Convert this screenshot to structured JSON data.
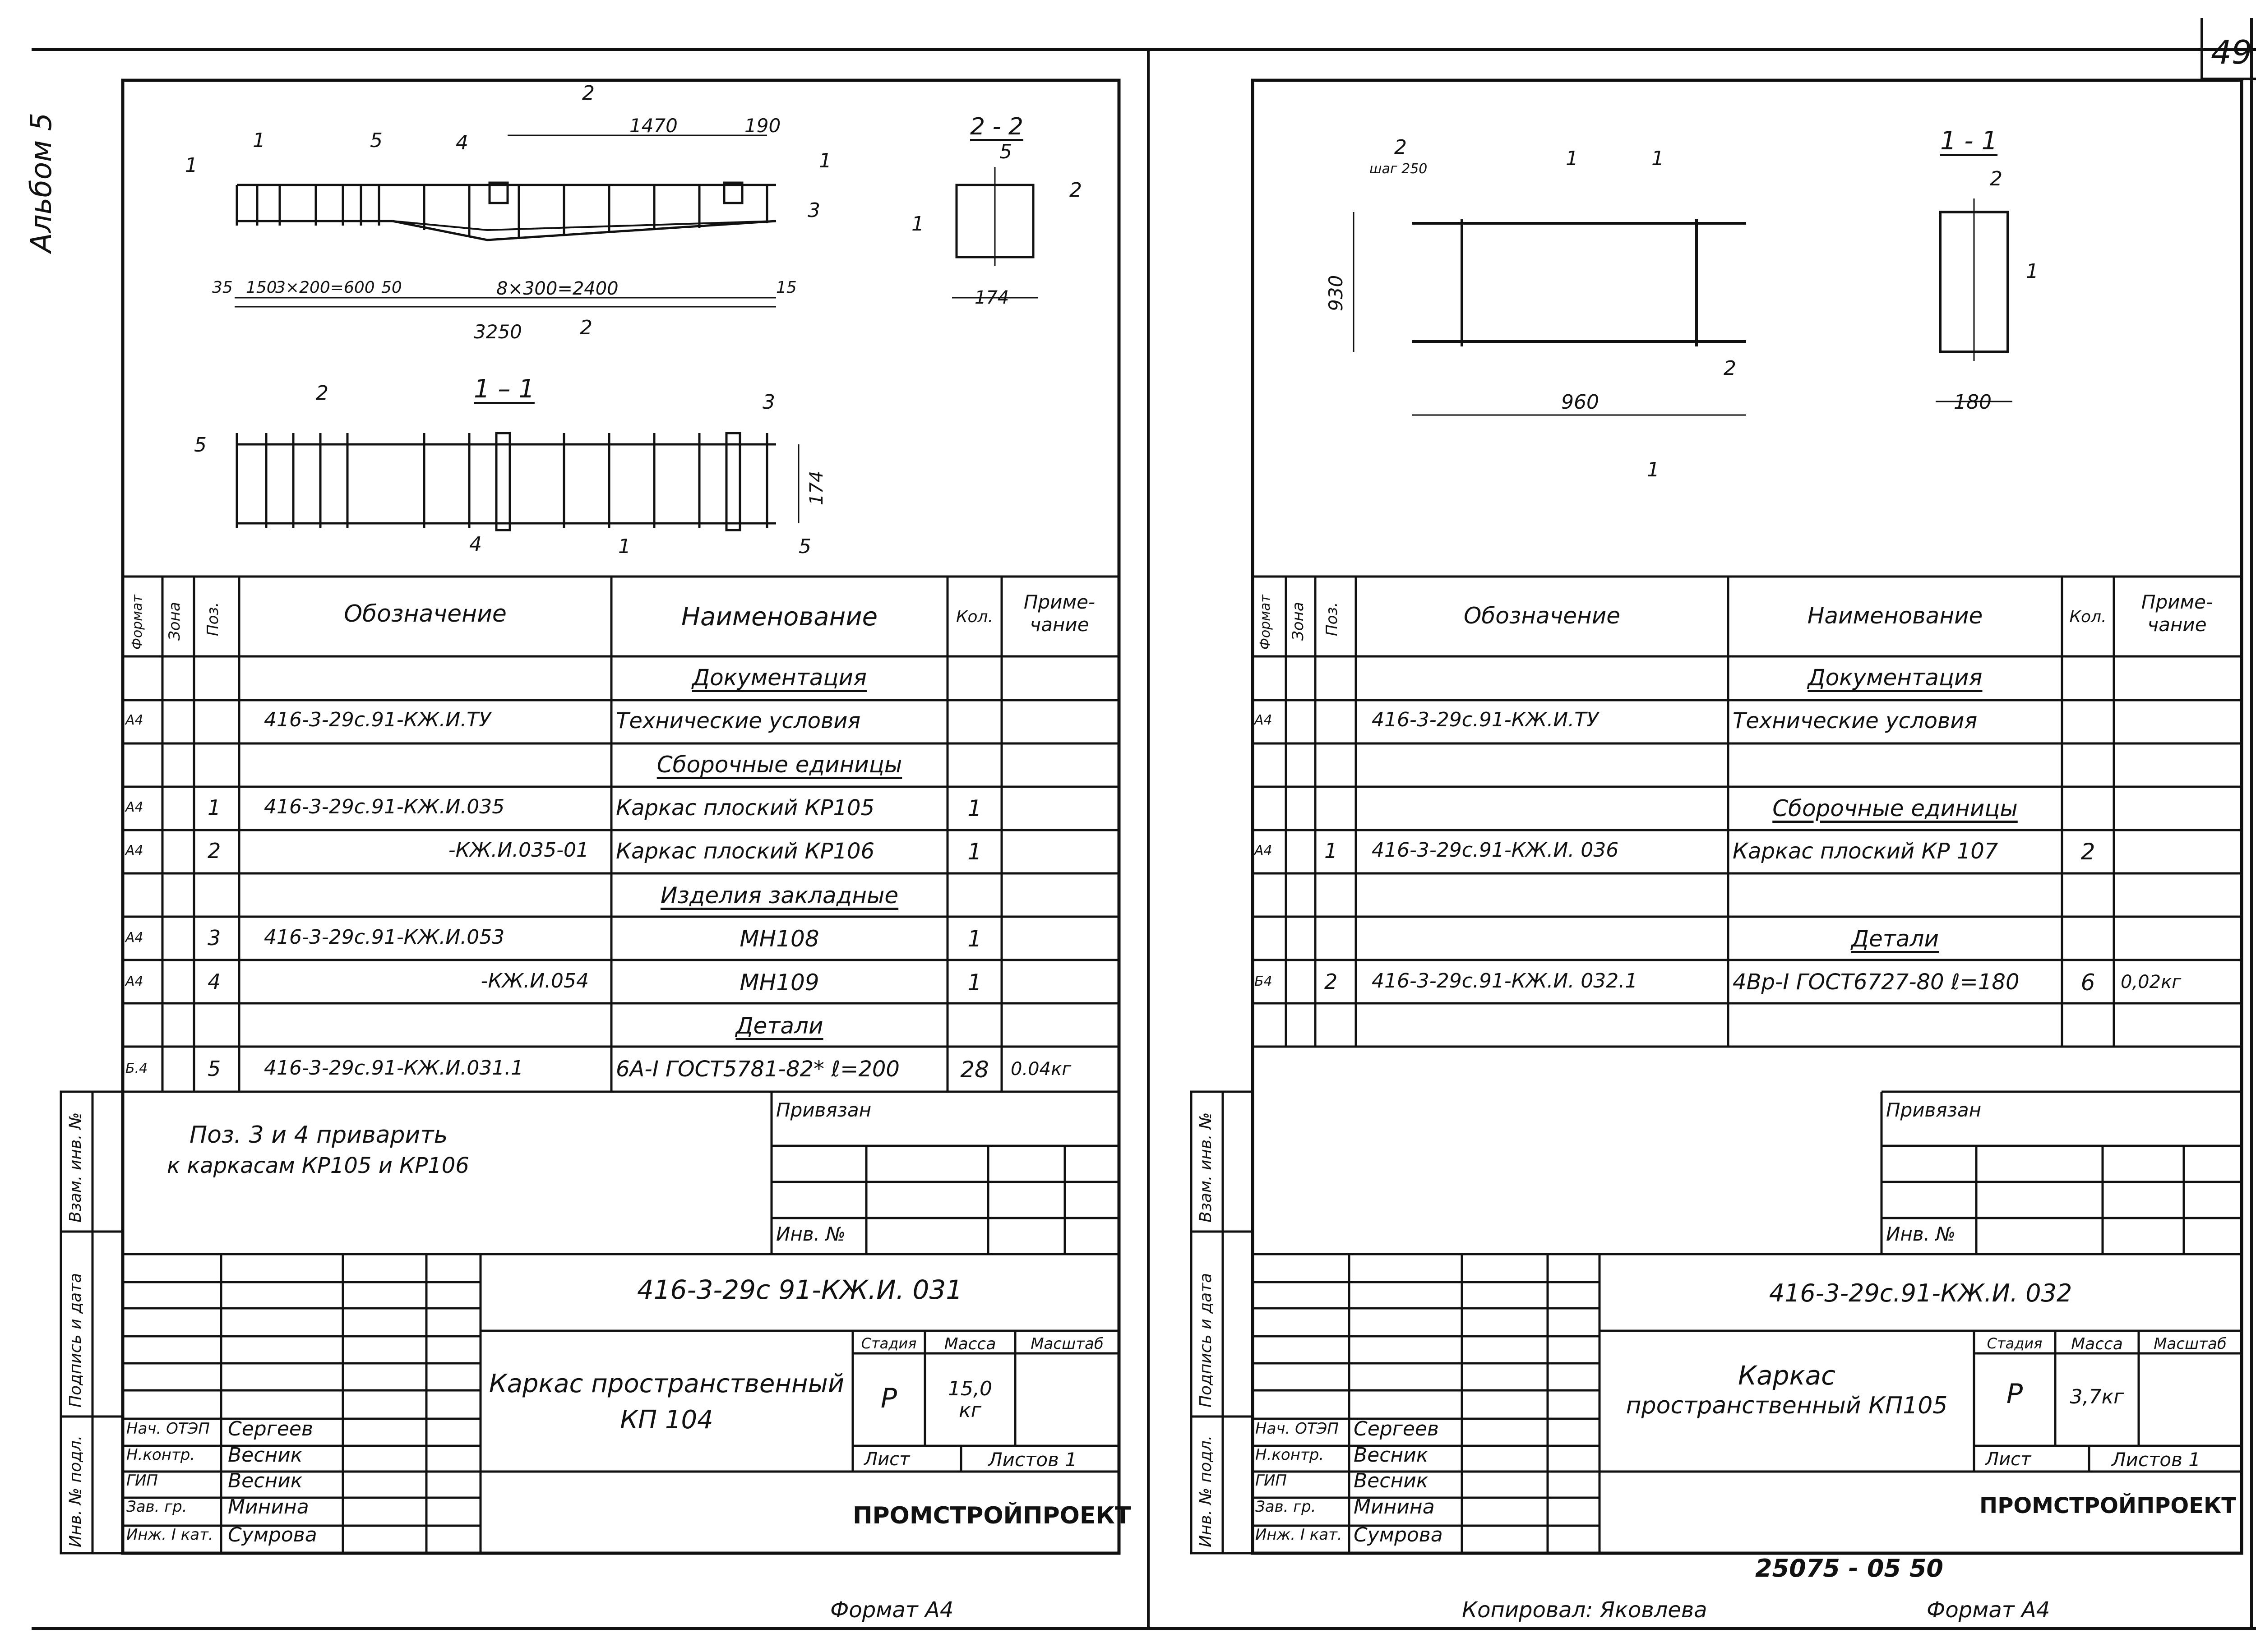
{
  "page_number": "49",
  "album_label": "Альбом 5",
  "left": {
    "drawing": {
      "dims": {
        "d1470": "1470",
        "d190": "190",
        "d35": "35",
        "d150": "150",
        "d3x200": "3×200=600",
        "d50": "50",
        "d8x300": "8×300=2400",
        "d15": "15",
        "d3250": "3250",
        "d174": "174",
        "d174b": "174"
      },
      "callouts": {
        "c1": "1",
        "c5": "5",
        "c4": "4",
        "c3": "3",
        "c2": "2",
        "c5b": "5",
        "c3b": "3",
        "c4b": "4",
        "c1b": "1",
        "c5c": "5",
        "c2s": "2",
        "c5s": "5",
        "c1s": "1"
      },
      "section_marks": {
        "s2top": "2",
        "s2bot": "2",
        "s1left": "1",
        "s1right": "1"
      },
      "view_titles": {
        "v22": "2 - 2",
        "v11": "1 – 1"
      }
    },
    "spec": {
      "headers": {
        "format": "Формат",
        "zone": "Зона",
        "pos": "Поз.",
        "designation": "Обозначение",
        "name": "Наименование",
        "qty": "Кол.",
        "note": "Приме- чание"
      },
      "rows": [
        {
          "format": "",
          "pos": "",
          "designation": "",
          "name": "Документация",
          "qty": "",
          "note": "",
          "heading": true
        },
        {
          "format": "А4",
          "pos": "",
          "designation": "416-3-29с.91-КЖ.И.ТУ",
          "name": "Технические условия",
          "qty": "",
          "note": ""
        },
        {
          "format": "",
          "pos": "",
          "designation": "",
          "name": "Сборочные единицы",
          "qty": "",
          "note": "",
          "heading": true
        },
        {
          "format": "А4",
          "pos": "1",
          "designation": "416-3-29с.91-КЖ.И.035",
          "name": "Каркас плоский КР105",
          "qty": "1",
          "note": ""
        },
        {
          "format": "А4",
          "pos": "2",
          "designation": "-КЖ.И.035-01",
          "name": "Каркас плоский КР106",
          "qty": "1",
          "note": ""
        },
        {
          "format": "",
          "pos": "",
          "designation": "",
          "name": "Изделия закладные",
          "qty": "",
          "note": "",
          "heading": true
        },
        {
          "format": "А4",
          "pos": "3",
          "designation": "416-3-29с.91-КЖ.И.053",
          "name": "МН108",
          "qty": "1",
          "note": ""
        },
        {
          "format": "А4",
          "pos": "4",
          "designation": "-КЖ.И.054",
          "name": "МН109",
          "qty": "1",
          "note": ""
        },
        {
          "format": "",
          "pos": "",
          "designation": "",
          "name": "Детали",
          "qty": "",
          "note": "",
          "heading": true
        },
        {
          "format": "Б.4",
          "pos": "5",
          "designation": "416-3-29с.91-КЖ.И.031.1",
          "name": "6А-I ГОСТ5781-82* ℓ=200",
          "qty": "28",
          "note": "0.04кг"
        }
      ]
    },
    "note_text_1": "Поз. 3 и 4 приварить",
    "note_text_2": "к каркасам КР105 и КР106",
    "privyazan": "Привязан",
    "inv_no": "Инв. №",
    "side": {
      "inv_podl": "Инв. № подл.",
      "podpis": "Подпись и дата",
      "vzam": "Взам. инв. №"
    },
    "title_block": {
      "code": "416-3-29с 91-КЖ.И. 031",
      "title_1": "Каркас пространственный",
      "title_2": "КП 104",
      "stage_h": "Стадия",
      "mass_h": "Масса",
      "scale_h": "Масштаб",
      "stage": "Р",
      "mass": "15,0 кг",
      "sheet": "Лист",
      "sheets": "Листов 1",
      "org": "ПРОМСТРОЙПРОЕКТ",
      "people": [
        {
          "role": "Нач. ОТЭП",
          "name": "Сергеев"
        },
        {
          "role": "Н.контр.",
          "name": "Весник"
        },
        {
          "role": "ГИП",
          "name": "Весник"
        },
        {
          "role": "Зав. гр.",
          "name": "Минина"
        },
        {
          "role": "Инж. I кат.",
          "name": "Сумрова"
        }
      ]
    },
    "format_label": "Формат А4"
  },
  "right": {
    "drawing": {
      "dims": {
        "d930": "930",
        "d960": "960",
        "d180": "180",
        "step": "шаг 250"
      },
      "callouts": {
        "c2top": "2",
        "c1top": "1",
        "c2bot": "2",
        "c2s": "2",
        "c1s": "1"
      },
      "section_marks": {
        "s1top": "1",
        "s1bot": "1"
      },
      "view_titles": {
        "v11": "1 - 1"
      }
    },
    "spec": {
      "headers": {
        "format": "Формат",
        "zone": "Зона",
        "pos": "Поз.",
        "designation": "Обозначение",
        "name": "Наименование",
        "qty": "Кол.",
        "note": "Приме- чание"
      },
      "rows": [
        {
          "format": "",
          "pos": "",
          "designation": "",
          "name": "Документация",
          "qty": "",
          "note": "",
          "heading": true
        },
        {
          "format": "А4",
          "pos": "",
          "designation": "416-3-29с.91-КЖ.И.ТУ",
          "name": "Технические условия",
          "qty": "",
          "note": ""
        },
        {
          "format": "",
          "pos": "",
          "designation": "",
          "name": "",
          "qty": "",
          "note": ""
        },
        {
          "format": "",
          "pos": "",
          "designation": "",
          "name": "Сборочные единицы",
          "qty": "",
          "note": "",
          "heading": true
        },
        {
          "format": "А4",
          "pos": "1",
          "designation": "416-3-29с.91-КЖ.И. 036",
          "name": "Каркас плоский КР 107",
          "qty": "2",
          "note": ""
        },
        {
          "format": "",
          "pos": "",
          "designation": "",
          "name": "",
          "qty": "",
          "note": ""
        },
        {
          "format": "",
          "pos": "",
          "designation": "",
          "name": "Детали",
          "qty": "",
          "note": "",
          "heading": true
        },
        {
          "format": "Б4",
          "pos": "2",
          "designation": "416-3-29с.91-КЖ.И. 032.1",
          "name": "4Вр-I ГОСТ6727-80 ℓ=180",
          "qty": "6",
          "note": "0,02кг"
        },
        {
          "format": "",
          "pos": "",
          "designation": "",
          "name": "",
          "qty": "",
          "note": ""
        }
      ]
    },
    "privyazan": "Привязан",
    "inv_no": "Инв. №",
    "side": {
      "inv_podl": "Инв. № подл.",
      "podpis": "Подпись и дата",
      "vzam": "Взам. инв. №"
    },
    "title_block": {
      "code": "416-3-29с.91-КЖ.И. 032",
      "title_1": "Каркас",
      "title_2": "пространственный КП105",
      "stage_h": "Стадия",
      "mass_h": "Масса",
      "scale_h": "Масштаб",
      "stage": "Р",
      "mass": "3,7кг",
      "sheet": "Лист",
      "sheets": "Листов 1",
      "org": "ПРОМСТРОЙПРОЕКТ",
      "people": [
        {
          "role": "Нач. ОТЭП",
          "name": "Сергеев"
        },
        {
          "role": "Н.контр.",
          "name": "Весник"
        },
        {
          "role": "ГИП",
          "name": "Весник"
        },
        {
          "role": "Зав. гр.",
          "name": "Минина"
        },
        {
          "role": "Инж. I кат.",
          "name": "Сумрова"
        }
      ]
    },
    "stamp_number": "25075 - 05   50",
    "copied_by": "Копировал: Яковлева",
    "format_label": "Формат А4"
  }
}
